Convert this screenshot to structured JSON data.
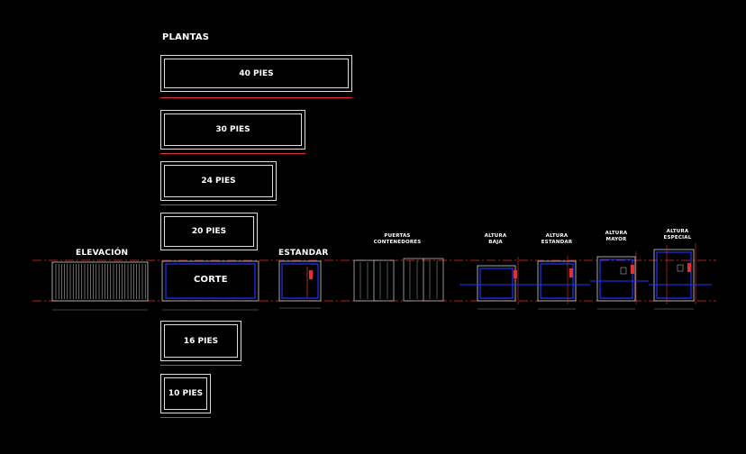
{
  "labels": {
    "plantas": "PLANTAS",
    "elevacion": "ELEVACIÓN",
    "estandar": "ESTANDAR",
    "corte": "CORTE",
    "puertas": "PUERTAS\nCONTENEDORES",
    "altura_baja": "ALTURA\nBAJA",
    "altura_estandar": "ALTURA\nESTANDAR",
    "altura_mayor": "ALTURA\nMAYOR",
    "altura_especial": "ALTURA\nESPECIAL"
  },
  "plans": [
    {
      "label": "40 PIES"
    },
    {
      "label": "30 PIES"
    },
    {
      "label": "24 PIES"
    },
    {
      "label": "20 PIES"
    },
    {
      "label": "16 PIES"
    },
    {
      "label": "10 PIES"
    }
  ],
  "colors": {
    "background": "#000000",
    "outline": "#dddddd",
    "dimension_red": "#e03030",
    "section_blue": "#2233ff"
  }
}
